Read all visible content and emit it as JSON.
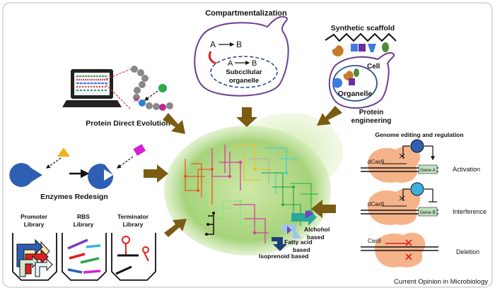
{
  "compartment": {
    "title": "Compartmentalization",
    "a": "A",
    "b": "B",
    "a2": "A",
    "b2": "B",
    "organelle_line1": "Subccllular",
    "organelle_line2": "organelle"
  },
  "scaffold": {
    "title": "Synthetic scaffold",
    "cell": "Cell",
    "organelle": "Organelle",
    "pe_line1": "Protein",
    "pe_line2": "engineering"
  },
  "evolution": {
    "title": "Protein Direct Evolution"
  },
  "enzymes": {
    "title": "Enzymes Redesign"
  },
  "libraries": {
    "promoter_1": "Promoter",
    "promoter_2": "Library",
    "rbs_1": "RBS",
    "rbs_2": "Library",
    "term_1": "Terminator",
    "term_2": "Library"
  },
  "crispr": {
    "title": "Genome editing and regulation",
    "rows": [
      {
        "protein": "dCas9",
        "gene": "Gene A",
        "outcome": "Activation"
      },
      {
        "protein": "dCas9",
        "gene": "Gene B",
        "outcome": "Interference"
      },
      {
        "protein": "Cas9",
        "gene": "",
        "outcome": "Deletion"
      }
    ]
  },
  "products": {
    "alcohol_1": "Alchohol",
    "alcohol_2": "based",
    "fatty_1": "Fatty acid",
    "fatty_2": "based",
    "isoprenoid": "Isoprenoid based"
  },
  "footer": {
    "source": "Current Opinion in Microbiology"
  },
  "colors": {
    "arrow": "#7a5c12",
    "cell_border": "#6b3f8f",
    "cell_glow": "#8bc34a",
    "cas9": "#f5b38a",
    "enzyme": "#2f5fb3",
    "gene_box": "#bfe3bf"
  },
  "icons": [
    "laptop-icon",
    "protein-chain-icon",
    "enzyme-pacman-icon",
    "triangle-substrate-icon",
    "square-substrate-icon",
    "library-tube-icon"
  ]
}
